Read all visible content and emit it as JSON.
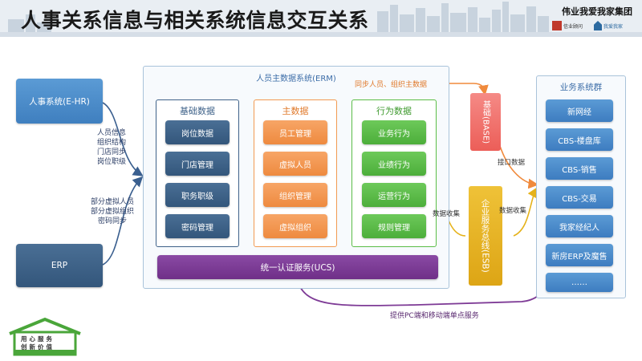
{
  "header": {
    "title": "人事关系信息与相关系统信息交互关系",
    "company": "伟业我爱我家集团",
    "logo_left_text": "信业顾问",
    "logo_right_text": "我爱我家"
  },
  "left": {
    "ehr": "人事系统(E-HR)",
    "erp": "ERP",
    "ehr_flow": [
      "人员信息",
      "组织结构",
      "门店同步",
      "岗位职级"
    ],
    "erp_flow": [
      "部分虚拟人员",
      "部分虚拟组织",
      "密码同步"
    ]
  },
  "erm": {
    "title": "人员主数据系统(ERM)",
    "sync_label": "同步人员、组织主数据",
    "basic": {
      "title": "基础数据",
      "items": [
        "岗位数据",
        "门店管理",
        "职务职级",
        "密码管理"
      ]
    },
    "master": {
      "title": "主数据",
      "items": [
        "员工管理",
        "虚拟人员",
        "组织管理",
        "虚拟组织"
      ]
    },
    "behavior": {
      "title": "行为数据",
      "items": [
        "业务行为",
        "业绩行为",
        "运营行为",
        "规则管理"
      ]
    },
    "ucs": "统一认证服务(UCS)"
  },
  "middle": {
    "base": "基础(BASE)",
    "esb": "企业服务总线(ESB)",
    "interface_label": "接口数据",
    "collect_left": "数据收集",
    "collect_right": "数据收集"
  },
  "services": {
    "title": "业务系统群",
    "items": [
      "新网经",
      "CBS-楼盘库",
      "CBS-销售",
      "CBS-交易",
      "我家经纪人",
      "新房ERP及魔售",
      "……"
    ]
  },
  "bottom": {
    "sso_label": "提供PC端和移动端单点服务",
    "badge_line1": "用心服务",
    "badge_line2": "创新价值"
  },
  "colors": {
    "blue": "#5b9bd5",
    "navy": "#3f6289",
    "orange": "#f29a52",
    "green": "#5bbd47",
    "purple": "#7e3b96",
    "red": "#f06e6a",
    "gold": "#e5b21a"
  }
}
